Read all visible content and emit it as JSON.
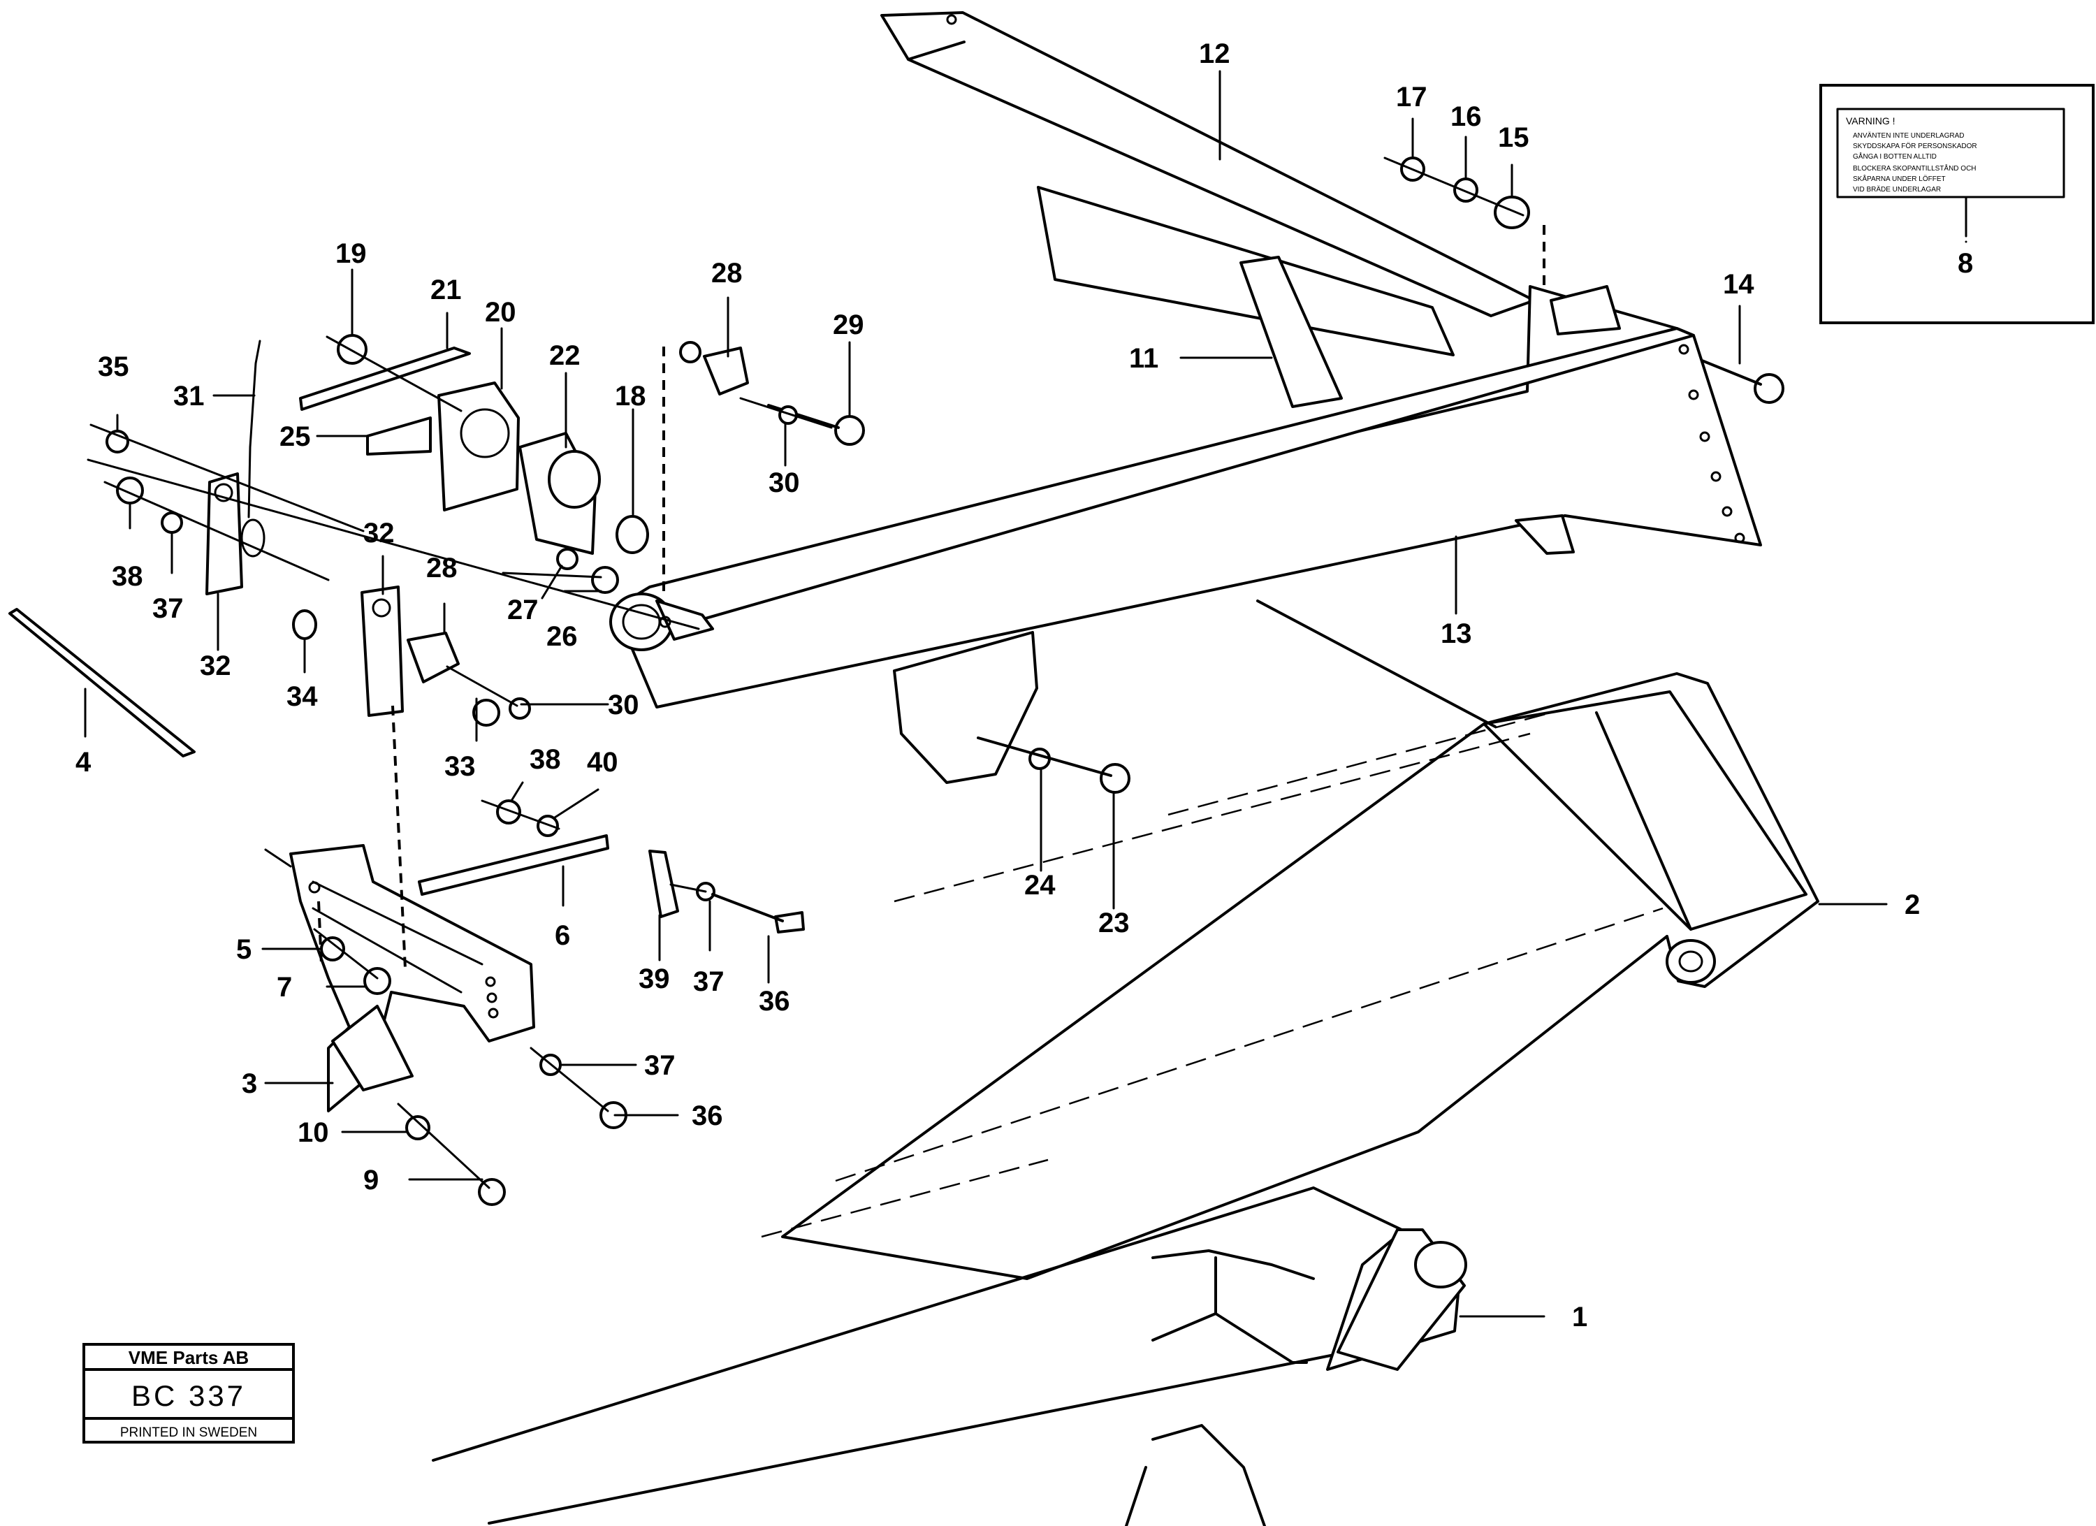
{
  "callouts": {
    "c1": "1",
    "c2": "2",
    "c3": "3",
    "c4": "4",
    "c5": "5",
    "c6": "6",
    "c7": "7",
    "c8": "8",
    "c9": "9",
    "c10": "10",
    "c11": "11",
    "c12": "12",
    "c13": "13",
    "c14": "14",
    "c15": "15",
    "c16": "16",
    "c17": "17",
    "c18": "18",
    "c19": "19",
    "c20": "20",
    "c21": "21",
    "c22": "22",
    "c23": "23",
    "c24": "24",
    "c25": "25",
    "c26": "26",
    "c27": "27",
    "c28a": "28",
    "c28b": "28",
    "c29": "29",
    "c30a": "30",
    "c30b": "30",
    "c31": "31",
    "c32a": "32",
    "c32b": "32",
    "c33": "33",
    "c34": "34",
    "c35": "35",
    "c36a": "36",
    "c36b": "36",
    "c37a": "37",
    "c37b": "37",
    "c37c": "37",
    "c38a": "38",
    "c38b": "38",
    "c39": "39",
    "c40": "40"
  },
  "warning_decal": {
    "heading": "VARNING !",
    "lines": [
      "ANVÄNTEN INTE UNDERLAGRAD",
      "SKYDDSKAPA FÖR PERSONSKADOR",
      "GÅNGA I BOTTEN ALLTID",
      "BLOCKERA SKOPANTILLSTÅND OCH",
      "SKÅPARNA UNDER LÖFFET",
      "VID BRÄDE UNDERLAGAR"
    ]
  },
  "stamp": {
    "company": "VME Parts AB",
    "code": "BC 337",
    "note": "PRINTED IN SWEDEN"
  }
}
